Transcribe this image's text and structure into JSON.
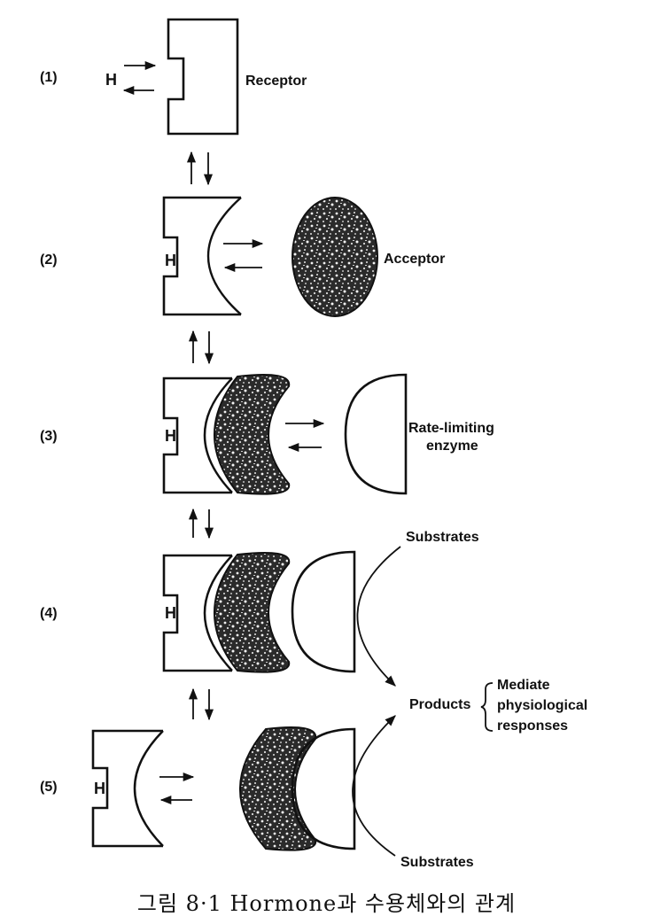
{
  "steps": [
    {
      "number": "(1)",
      "labels": [
        "Receptor"
      ]
    },
    {
      "number": "(2)",
      "labels": [
        "Acceptor"
      ]
    },
    {
      "number": "(3)",
      "labels": [
        "Rate-limiting",
        "enzyme"
      ]
    },
    {
      "number": "(4)",
      "labels": [
        "Substrates"
      ]
    },
    {
      "number": "(5)",
      "labels": [
        "Substrates"
      ]
    }
  ],
  "hormone_label": "H",
  "products": {
    "label": "Products",
    "effect": [
      "Mediate",
      "physiological",
      "responses"
    ]
  },
  "caption": "그림 8·1  Hormone과 수용체와의 관계"
}
